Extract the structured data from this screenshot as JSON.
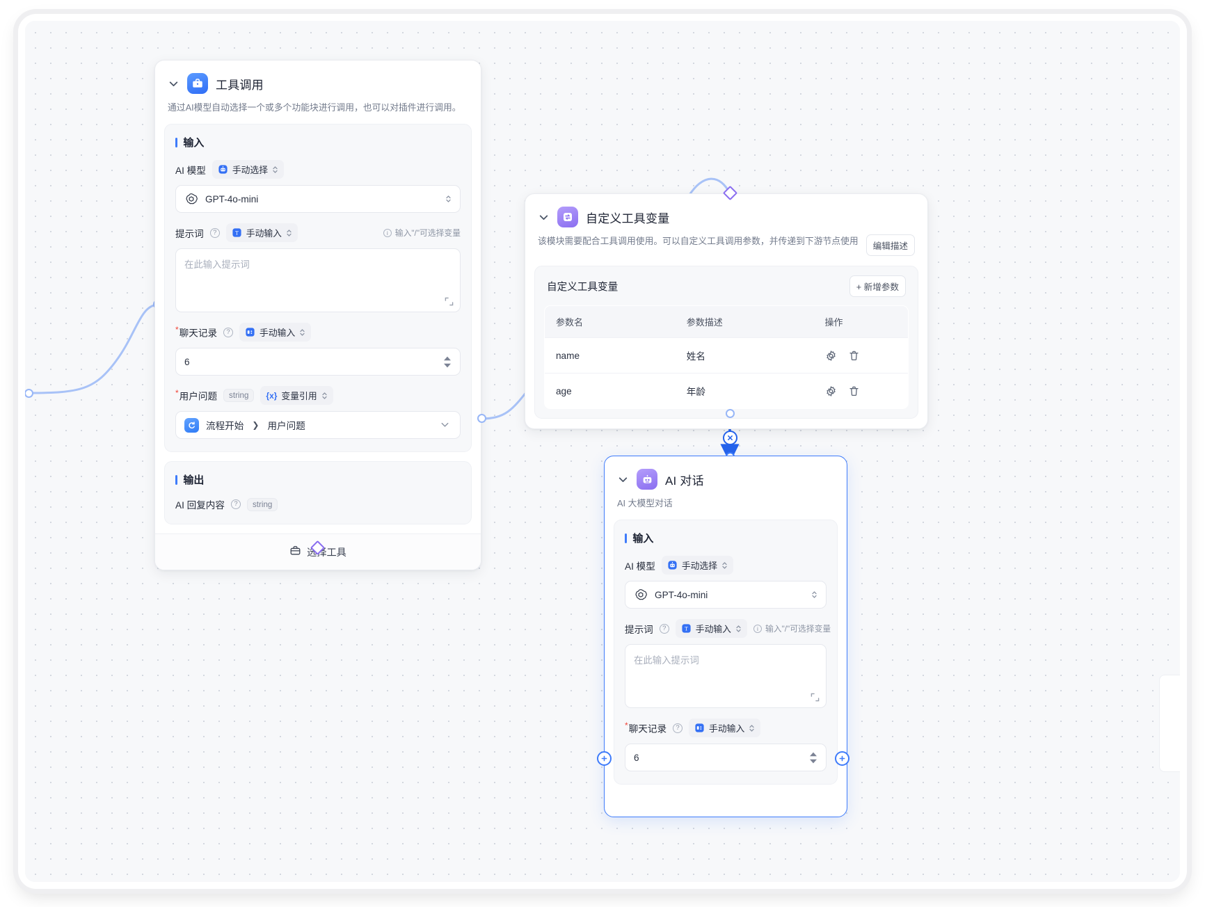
{
  "canvas": {
    "background_color": "#f7f8fa",
    "dot_color": "#d3d7df",
    "accent_color": "#3e7bfa",
    "purple_color": "#8a6ef0"
  },
  "nodes": {
    "tool_call": {
      "title": "工具调用",
      "description": "通过AI模型自动选择一个或多个功能块进行调用，也可以对插件进行调用。",
      "input_section_title": "输入",
      "output_section_title": "输出",
      "fields": {
        "model_label": "AI 模型",
        "model_mode": "手动选择",
        "model_value": "GPT-4o-mini",
        "prompt_label": "提示词",
        "prompt_mode": "手动输入",
        "prompt_hint": "输入\"/\"可选择变量",
        "prompt_placeholder": "在此输入提示词",
        "history_label": "聊天记录",
        "history_mode": "手动输入",
        "history_value": "6",
        "question_label": "用户问题",
        "question_type": "string",
        "question_mode": "变量引用",
        "question_ref_source": "流程开始",
        "question_ref_field": "用户问题"
      },
      "output": {
        "label": "AI 回复内容",
        "type": "string"
      },
      "footer_button": "选择工具"
    },
    "tool_vars": {
      "title": "自定义工具变量",
      "description": "该模块需要配合工具调用使用。可以自定义工具调用参数，并传递到下游节点使用",
      "edit_desc_button": "编辑描述",
      "panel_title": "自定义工具变量",
      "add_button": "+ 新增参数",
      "table": {
        "headers": [
          "参数名",
          "参数描述",
          "操作"
        ],
        "rows": [
          {
            "name": "name",
            "desc": "姓名"
          },
          {
            "name": "age",
            "desc": "年龄"
          }
        ]
      }
    },
    "ai_chat": {
      "title": "AI 对话",
      "description": "AI 大模型对话",
      "input_section_title": "输入",
      "fields": {
        "model_label": "AI 模型",
        "model_mode": "手动选择",
        "model_value": "GPT-4o-mini",
        "prompt_label": "提示词",
        "prompt_mode": "手动输入",
        "prompt_hint": "输入\"/\"可选择变量",
        "prompt_placeholder": "在此输入提示词",
        "history_label": "聊天记录",
        "history_mode": "手动输入",
        "history_value": "6"
      }
    }
  },
  "icons": {
    "collapse": "chevron-down-icon",
    "tool": "briefcase-icon",
    "vars": "exchange-icon",
    "bot": "robot-icon",
    "gear": "gear-icon",
    "trash": "trash-icon",
    "expand": "expand-icon"
  }
}
